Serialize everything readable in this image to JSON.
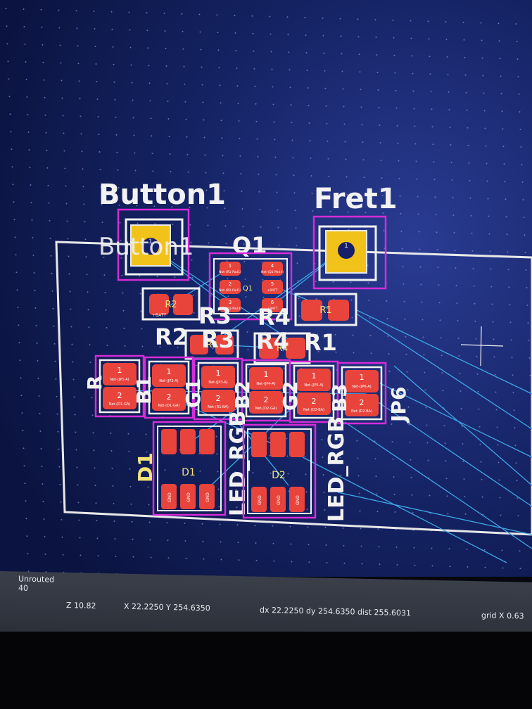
{
  "colors": {
    "background": "#0d1850",
    "grid_dot": "#7f88c8",
    "pad": "#e8443c",
    "pad_thru": "#f1c21a",
    "courtyard": "#d62cd8",
    "silkscreen": "#f2f2f2",
    "fab_text": "#f2e47a",
    "ratsnest": "#3ea7e6",
    "edge": "#e8e8e8"
  },
  "footprints": {
    "button": {
      "ref": "Button1",
      "ghost": "Button1",
      "pad": "1"
    },
    "fret": {
      "ref": "Fret1",
      "pad": "1"
    },
    "q1": {
      "ref": "Q1",
      "pads": [
        "1",
        "2",
        "3",
        "4",
        "5",
        "6"
      ],
      "nets": [
        "Net-(R1-Pad1)",
        "Net-(R2-Pad1)",
        "Net-(Q1-Pad3)",
        "Net-(Q1-Pad4)",
        "+BATT",
        "+BATT"
      ],
      "fab": "Q1"
    },
    "r2": {
      "ref": "R2",
      "fab": "R2",
      "net": "+BATT"
    },
    "r1": {
      "ref": "R1",
      "fab": "R1"
    },
    "r3": {
      "ref": "R3",
      "fab": "R3"
    },
    "r4": {
      "ref": "R4",
      "fab": "R4"
    },
    "overlap_labels": [
      "R3",
      "R4",
      "R2",
      "R3",
      "R4",
      "R1"
    ],
    "jumpers": [
      {
        "net_a": "Net-(JP1-A)",
        "net_b": "Net-(D1-GA)"
      },
      {
        "net_a": "Net-(JP2-A)",
        "net_b": "Net-(D1-GA)"
      },
      {
        "net_a": "Net-(JP3-A)",
        "net_b": "Net-(R1-BA)"
      },
      {
        "net_a": "Net-(JP4-A)",
        "net_b": "Net-(D2-GA)"
      },
      {
        "net_a": "Net-(JP5-A)",
        "net_b": "Net-(D2-BA)"
      },
      {
        "net_a": "Net-(JP6-A)",
        "net_b": "Net-(D2-BA)"
      }
    ],
    "jumper_pad_a": "1",
    "jumper_pad_b": "2",
    "jumper_side_labels": [
      "R",
      "B1",
      "G1",
      "B2",
      "G2",
      "B3",
      "JP6"
    ],
    "d1": {
      "ref": "D1",
      "fab": "D1",
      "value": "LED_RGB",
      "gnd": "GND"
    },
    "d2": {
      "ref": "D2",
      "fab": "D2",
      "value": "LED_RGB",
      "gnd": "GND"
    }
  },
  "status": {
    "unrouted_label": "Unrouted",
    "unrouted_count": "40",
    "zoom": "Z 10.82",
    "coords": "X 22.2250  Y 254.6350",
    "delta": "dx 22.2250  dy 254.6350  dist 255.6031",
    "grid": "grid X 0.63"
  }
}
